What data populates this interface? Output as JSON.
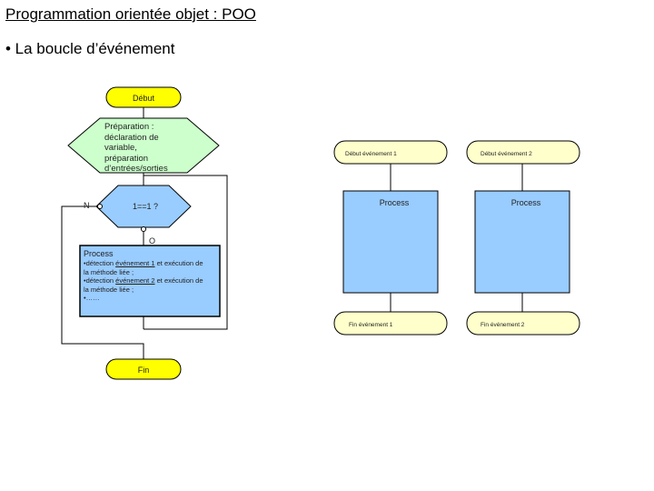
{
  "header": {
    "title": "Programmation orientée objet : POO",
    "bullet": "• La boucle d’événement"
  },
  "flowchart": {
    "start_label": "Début",
    "prep_lines": [
      "Préparation :",
      "déclaration de",
      "variable,",
      "préparation",
      "d’entrées/sorties"
    ],
    "decision_label": "1==1 ?",
    "no_label": "N",
    "yes_label": "O",
    "process": {
      "title": "Process",
      "line1_pre": "•détection ",
      "line1_link": "événement 1",
      "line1_post": " et exécution de",
      "line2": "la méthode liée ;",
      "line3_pre": "•détection ",
      "line3_link": "événement 2",
      "line3_post": " et exécution de",
      "line4": "la méthode liée ;",
      "line5": "•……"
    },
    "end_label": "Fin"
  },
  "event1": {
    "start_label": "Début événement 1",
    "process_label": "Process",
    "end_label": "Fin événement 1"
  },
  "event2": {
    "start_label": "Début événement 2",
    "process_label": "Process",
    "end_label": "Fin événement 2"
  },
  "colors": {
    "terminator_yellow": "#ffff00",
    "event_yellow": "#ffffcc",
    "prep_green": "#ccffcc",
    "decision_blue": "#99ccff",
    "process_blue": "#99ccff",
    "line": "#000000"
  }
}
